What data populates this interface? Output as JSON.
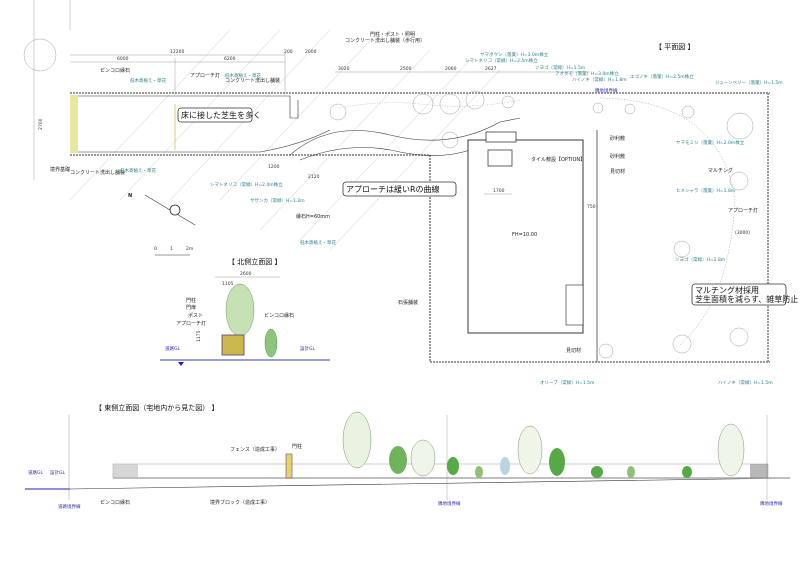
{
  "titles": {
    "plan": "【 平面図 】",
    "north_elevation": "【 北側立面図 】",
    "east_elevation": "【 東側立面図（宅地内から見た図） 】"
  },
  "callouts": {
    "lawn": "床に接した芝生を多く",
    "approach": "アプローチは緩いRの曲線",
    "mulch_line1": "マルチング材採用",
    "mulch_line2": "芝生面積を減らす、雑草防止"
  },
  "dimensions": {
    "total": "12200",
    "left": "6000",
    "right": "6200",
    "d200": "200",
    "d2000": "2000",
    "d3020": "3020",
    "d2500": "2500",
    "d2060": "2060",
    "d2627": "2627",
    "d2700": "2700",
    "d1200": "1200",
    "d2120": "2120",
    "d1700": "1700",
    "d750": "750",
    "d3000": "(3000)",
    "elev_width": "2600",
    "elev_sub": "1105",
    "elev_h": "1175"
  },
  "plan_labels": {
    "fh": "FH=10.00",
    "tile": "タイル敷設【OPTION】",
    "gravel": "砂利敷",
    "cutoff": "見切材",
    "cutoff2": "見切材",
    "sand": "砂利敷",
    "edging": "縁石H=60mm",
    "stone": "石張舗装",
    "pin": "ピンコロ縁石",
    "border_left": "境界基礎",
    "wash1": "コンクリート洗出し舗装",
    "wash2": "コンクリート洗出し舗装（歩行用）",
    "gate": "門柱・ポスト・照明",
    "light": "アプローチ灯",
    "light2": "アプローチ灯",
    "mulching": "マルチング",
    "boundary": "隣地境界線",
    "shrub1": "低木寄植え・草花",
    "shrub2": "低木寄植え・草花",
    "shrub3": "低木寄植え・草花",
    "shrub4": "低木寄植え・草花"
  },
  "plant_labels": [
    "ヤマボウシ（落葉）H=3.0m株立",
    "シマトネリコ（常緑）H=2.5m株立",
    "ソヨゴ（常緑）H=1.5m",
    "アオダモ（落葉）H=3.0m株立",
    "ハイノキ（常緑）H=1.8m",
    "エゴノキ（落葉）H=2.5m株立",
    "ジューンベリー（落葉）H=1.5m",
    "ヤマモミジ（落葉）H=2.0m株立",
    "ヒメシャラ（落葉）H=1.8m",
    "ソヨゴ（常緑）H=1.8m",
    "オリーブ（常緑）H=1.5m",
    "ハイノキ（常緑）H=1.5m",
    "シマトネリコ（常緑）H=2.0m株立",
    "サザンカ（常緑）H=1.2m"
  ],
  "elevation_labels": {
    "gate_post": "門柱",
    "gate_door": "門扉",
    "post": "ポスト",
    "light": "アプローチ灯",
    "nameplate": "ピンコロ縁石",
    "fence": "フェンス（造成工事）",
    "block": "境界ブロック（造成工事）",
    "east_gate": "門柱",
    "boundary": "隣地境界線",
    "road": "道路境界線",
    "gl": "設計GL",
    "fl": "道路GL"
  },
  "scale": {
    "zero": "0",
    "one": "1",
    "two": "2m"
  },
  "compass": {
    "north": "N"
  }
}
